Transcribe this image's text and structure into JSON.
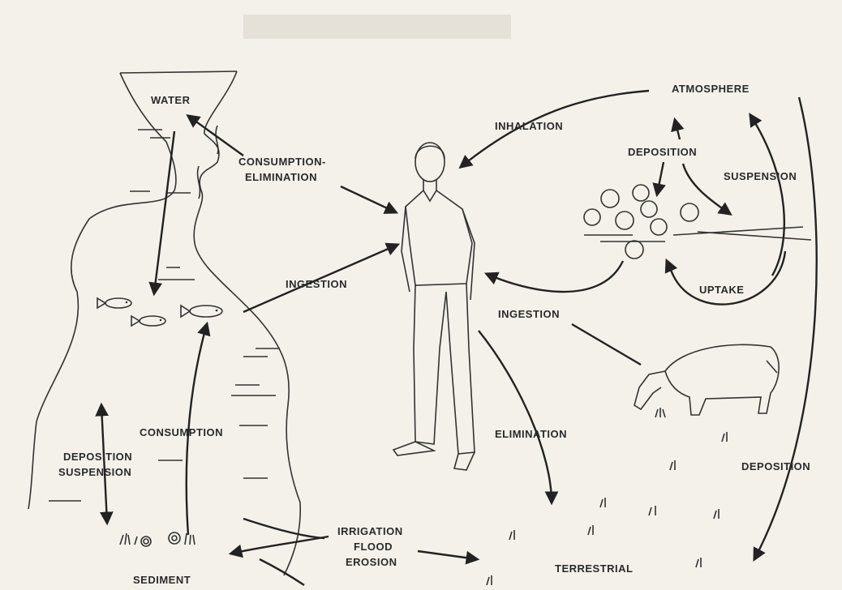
{
  "labels": {
    "water": "WATER",
    "consumption_elimination_1": "CONSUMPTION-",
    "consumption_elimination_2": "ELIMINATION",
    "inhalation": "INHALATION",
    "atmosphere": "ATMOSPHERE",
    "deposition_top": "DEPOSITION",
    "suspension_top": "SUSPENSION",
    "ingestion_left": "INGESTION",
    "ingestion_right": "INGESTION",
    "uptake": "UPTAKE",
    "consumption": "CONSUMPTION",
    "deposition_left": "DEPOSITION",
    "suspension_left": "SUSPENSION",
    "elimination": "ELIMINATION",
    "deposition_right": "DEPOSITION",
    "irrigation": "IRRIGATION",
    "flood": "FLOOD",
    "erosion": "EROSION",
    "sediment": "SEDIMENT",
    "terrestrial": "TERRESTRIAL"
  },
  "colors": {
    "ink": "#222222",
    "paper": "#f4f1ea"
  }
}
